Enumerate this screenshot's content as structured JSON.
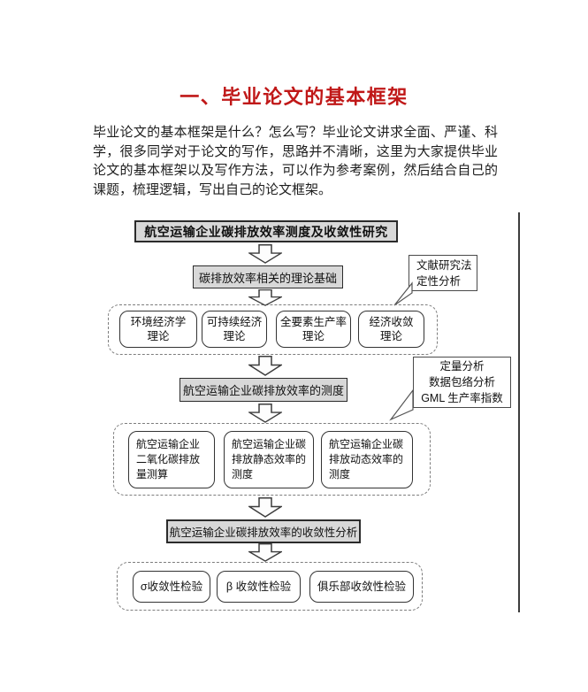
{
  "doc": {
    "title": "一、毕业论文的基本框架",
    "intro": "毕业论文的基本框架是什么？怎么写？毕业论文讲求全面、严谨、科学，很多同学对于论文的写作，思路并不清晰，这里为大家提供毕业论文的基本框架以及写作方法，可以作为参考案例，然后结合自己的课题，梳理逻辑，写出自己的论文框架。"
  },
  "flowchart": {
    "root": "航空运输企业碳排放效率测度及收敛性研究",
    "theory_base": "碳排放效率相关的理论基础",
    "callout_qualitative": "文献研究法\n定性分析",
    "theories": [
      "环境经济学\n理论",
      "可持续经济\n理论",
      "全要素生产率\n理论",
      "经济收敛\n理论"
    ],
    "measure_header": "航空运输企业碳排放效率的测度",
    "callout_quantitative": "定量分析\n数据包络分析\nGML 生产率指数",
    "measures": [
      "航空运输企业\n二氧化碳排放\n量测算",
      "航空运输企业碳\n排放静态效率的\n测度",
      "航空运输企业碳\n排放动态效率的\n测度"
    ],
    "convergence_header": "航空运输企业碳排放效率的收敛性分析",
    "tests": [
      "σ收敛性检验",
      "β 收敛性检验",
      "俱乐部收敛性检验"
    ]
  },
  "colors": {
    "title_red": "#c01818",
    "header_box_fill": "#d8d8d8",
    "box_border": "#2b2b2b",
    "dashed_border": "#7d7d7d",
    "body_text": "#1e1e1e"
  }
}
